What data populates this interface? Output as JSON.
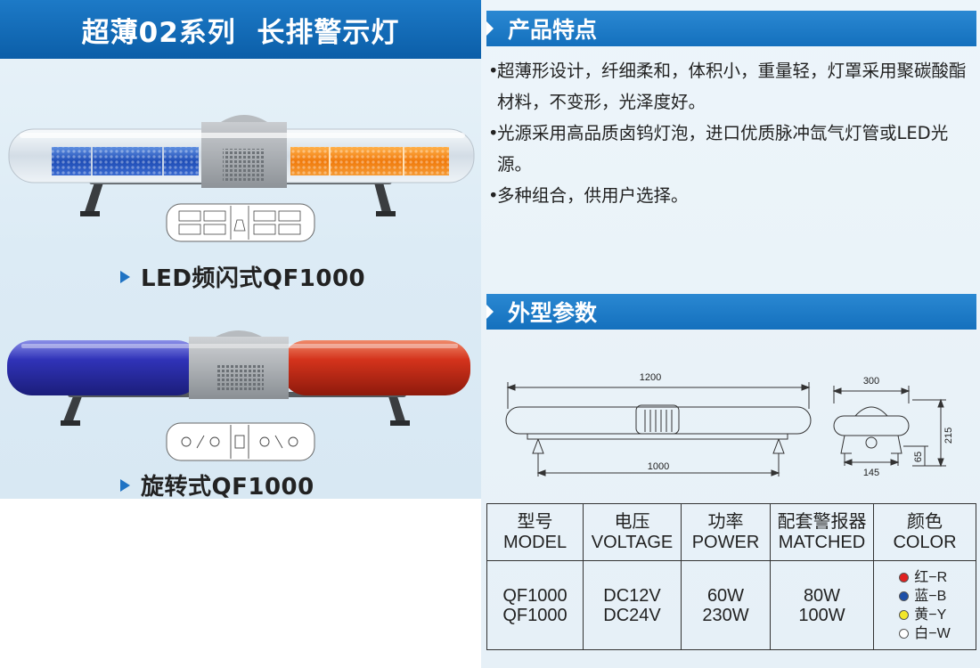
{
  "left": {
    "title": "超薄02系列  长排警示灯",
    "products": [
      {
        "caption": "LED频闪式QF1000"
      },
      {
        "caption": "旋转式QF1000"
      }
    ]
  },
  "right": {
    "features_heading": "产品特点",
    "features": [
      "超薄形设计，纤细柔和，体积小，重量轻，灯罩采用聚碳酸酯材料，不变形，光泽度好。",
      "光源采用高品质卤钨灯泡，进口优质脉冲氙气灯管或LED光源。",
      "多种组合，供用户选择。"
    ],
    "dimensions_heading": "外型参数",
    "dimensions": {
      "total_length": "1200",
      "base_length": "1000",
      "width": "300",
      "height": "215",
      "base_height": "65",
      "base_width": "145"
    },
    "table": {
      "headers": [
        {
          "cn": "型号",
          "en": "MODEL"
        },
        {
          "cn": "电压",
          "en": "VOLTAGE"
        },
        {
          "cn": "功率",
          "en": "POWER"
        },
        {
          "cn": "配套警报器",
          "en": "MATCHED"
        },
        {
          "cn": "颜色",
          "en": "COLOR"
        }
      ],
      "row": {
        "model": [
          "QF1000",
          "QF1000"
        ],
        "voltage": [
          "DC12V",
          "DC24V"
        ],
        "power": [
          "60W",
          "230W"
        ],
        "matched": [
          "80W",
          "100W"
        ]
      },
      "colors": [
        {
          "label": "红−R",
          "hex": "#e02020"
        },
        {
          "label": "蓝−B",
          "hex": "#1d4fa8"
        },
        {
          "label": "黄−Y",
          "hex": "#f2e62a"
        },
        {
          "label": "白−W",
          "hex": "#ffffff"
        }
      ]
    }
  }
}
